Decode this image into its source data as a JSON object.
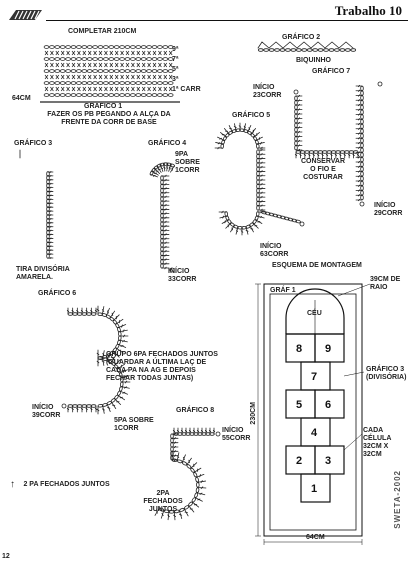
{
  "page": {
    "title": "Trabalho 10",
    "page_number": "12",
    "watermark": "SWETA-2002"
  },
  "graf1": {
    "top_label": "COMPLETAR 210CM",
    "left_label": "64CM",
    "rows": [
      "9ª",
      "7ª",
      "5ª",
      "3ª",
      "1ª CARR"
    ],
    "title": "GRÁFICO 1",
    "note": "FAZER OS PB PEGANDO A ALÇA DA FRENTE DA CORR DE BASE"
  },
  "graf2": {
    "title": "GRÁFICO 2",
    "caption": "BIQUINHO"
  },
  "graf3": {
    "title": "GRÁFICO 3",
    "caption": "TIRA DIVISÓRIA AMARELA."
  },
  "graf4": {
    "title": "GRÁFICO 4",
    "top_note": "9PA SOBRE 1CORR",
    "start": "INÍCIO 33CORR"
  },
  "graf5": {
    "title": "GRÁFICO 5",
    "start": "INÍCIO 63CORR"
  },
  "graf7": {
    "title": "GRÁFICO 7",
    "start_top": "INÍCIO 23CORR",
    "note": "CONSERVAR O FIO E COSTURAR",
    "start_bottom": "INÍCIO 29CORR"
  },
  "graf6": {
    "title": "GRÁFICO 6",
    "note": "GRUPO 6PA FECHADOS JUNTOS (GUARDAR A ÚLTIMA LAÇ DE CADA PA NA AG E DEPOIS FECHAR TODAS JUNTAS)",
    "start": "INÍCIO 39CORR"
  },
  "graf8": {
    "title": "GRÁFICO 8",
    "top_note": "5PA SOBRE 1CORR",
    "start": "INÍCIO 55CORR",
    "bottom_note": "2PA FECHADOS JUNTOS"
  },
  "legend": {
    "text": "2 PA FECHADOS JUNTOS"
  },
  "assembly": {
    "title": "ESQUEMA DE MONTAGEM",
    "frame_label": "GRÁF 1",
    "ceu": "CÉU",
    "radius_note": "39CM DE RAIO",
    "divider_note": "GRÁFICO 3 (DIVISÓRIA)",
    "cell_note": "CADA CÉLULA 32CM X 32CM",
    "height_label": "230CM",
    "width_label": "64CM",
    "cells": [
      "8",
      "9",
      "7",
      "5",
      "6",
      "4",
      "2",
      "3",
      "1"
    ]
  }
}
